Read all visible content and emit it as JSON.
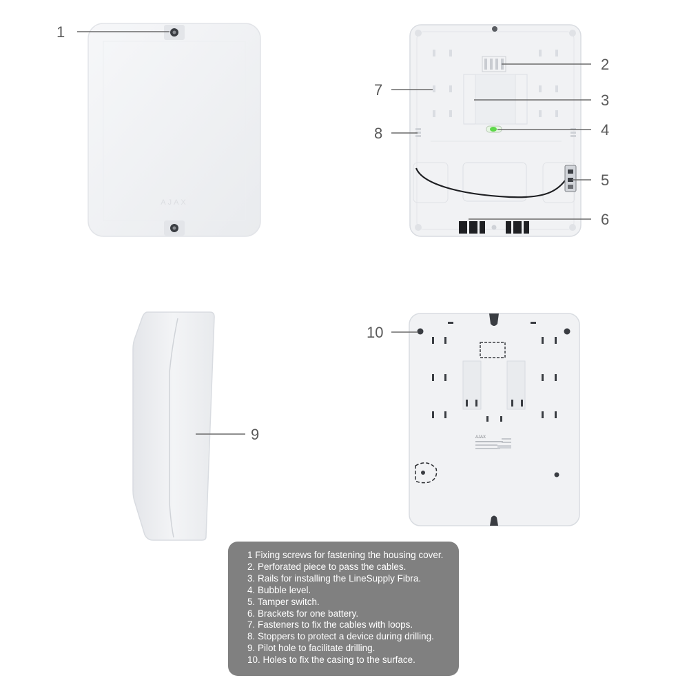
{
  "callouts": {
    "c1": "1",
    "c2": "2",
    "c3": "3",
    "c4": "4",
    "c5": "5",
    "c6": "6",
    "c7": "7",
    "c8": "8",
    "c9": "9",
    "c10": "10"
  },
  "brand_marks": {
    "cover_logo": "AJAX",
    "label_logo": "AJAX"
  },
  "legend": {
    "items": [
      "1 Fixing screws for fastening the housing cover.",
      "2. Perforated piece to pass the cables.",
      "3. Rails for installing the LineSupply Fibra.",
      "4. Bubble level.",
      "5. Tamper switch.",
      "6. Brackets for one battery.",
      "7. Fasteners to fix the cables with loops.",
      "8. Stoppers to protect a device during drilling.",
      "9. Pilot hole to facilitate drilling.",
      "10. Holes to fix the casing to the surface."
    ]
  },
  "colors": {
    "legend_bg": "#808080",
    "legend_text": "#ffffff",
    "callout_text": "#5a5a5a",
    "housing": "#f1f2f4",
    "bubble_level": "#5ed84a"
  }
}
